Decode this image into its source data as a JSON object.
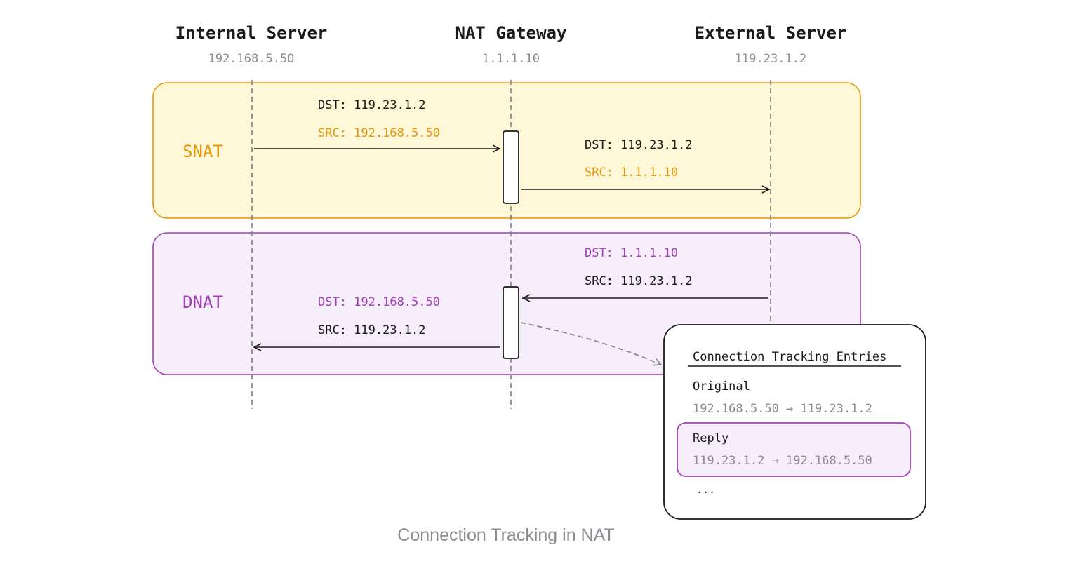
{
  "colors": {
    "snat_accent": "#e6960a",
    "snat_fill": "#fff8d8",
    "dnat_accent": "#a340b8",
    "dnat_fill": "#f6eefa",
    "text_dark": "#1b1b1b",
    "text_muted": "#8c8c92",
    "line_dashed": "#8a8a8a",
    "caption": "#8c8c92"
  },
  "nodes": {
    "internal": {
      "name": "Internal Server",
      "ip": "192.168.5.50"
    },
    "nat": {
      "name": "NAT Gateway",
      "ip": "1.1.1.10"
    },
    "external": {
      "name": "External Server",
      "ip": "119.23.1.2"
    }
  },
  "snat": {
    "label": "SNAT",
    "hop1": {
      "dst": "DST: 119.23.1.2",
      "src": "SRC: 192.168.5.50"
    },
    "hop2": {
      "dst": "DST: 119.23.1.2",
      "src": "SRC: 1.1.1.10"
    }
  },
  "dnat": {
    "label": "DNAT",
    "hop1": {
      "dst": "DST: 1.1.1.10",
      "src": "SRC: 119.23.1.2"
    },
    "hop2": {
      "dst": "DST: 192.168.5.50",
      "src": "SRC: 119.23.1.2"
    }
  },
  "conntrack": {
    "title": "Connection Tracking Entries",
    "original_label": "Original",
    "original_value": "192.168.5.50 → 119.23.1.2",
    "reply_label": "Reply",
    "reply_value": "119.23.1.2 → 192.168.5.50",
    "more": "..."
  },
  "caption": "Connection Tracking in NAT"
}
